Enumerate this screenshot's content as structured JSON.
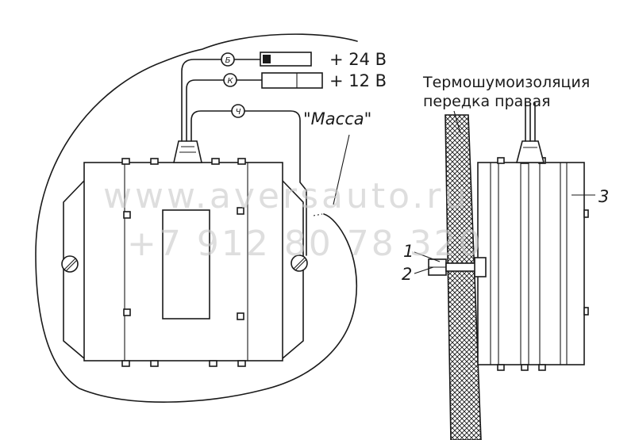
{
  "labels": {
    "plus24": "+ 24 В",
    "plus12": "+ 12 В",
    "massa": "\"Масса\"",
    "insulation_line1": "Термошумоизоляция",
    "insulation_line2": "передка правая",
    "callout1": "1",
    "callout2": "2",
    "callout3": "3"
  },
  "wire_markers": {
    "b": "Б",
    "k": "К",
    "ch": "Ч"
  },
  "watermark": {
    "line1": "www.aversauto.ru",
    "line2": "+7 912 80 78 320"
  }
}
